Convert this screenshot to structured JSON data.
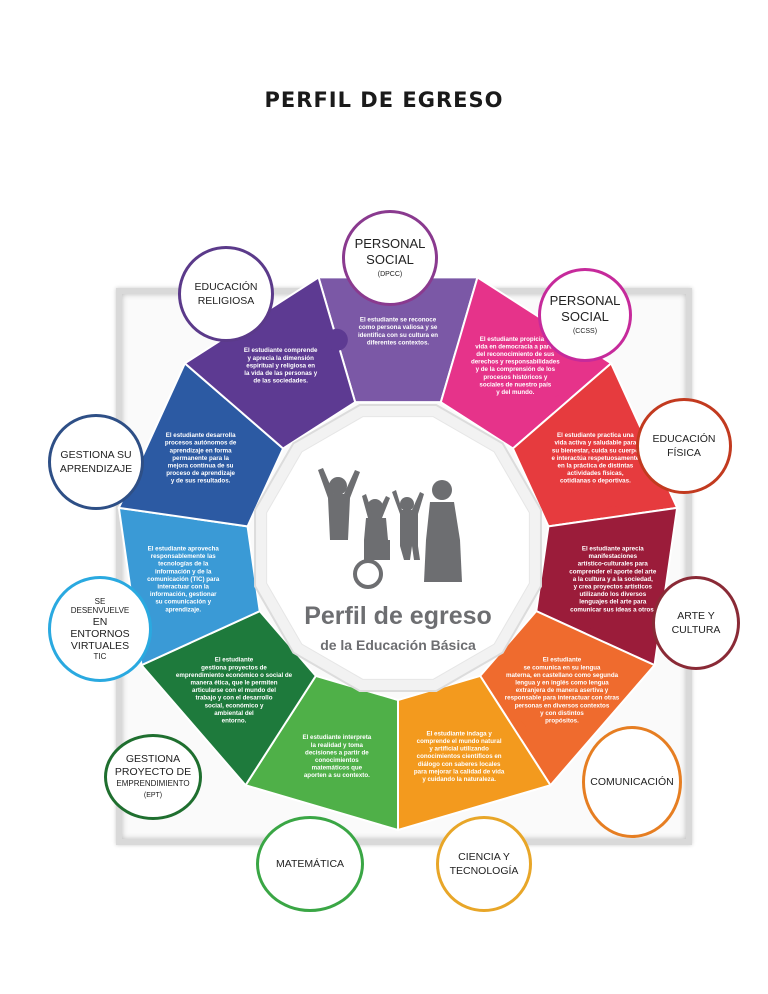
{
  "page": {
    "title": "PERFIL  DE EGRESO"
  },
  "center": {
    "title": "Perfil de egreso",
    "subtitle": "de la Educación Básica"
  },
  "segments": [
    {
      "id": "personal-social-dpcc",
      "color": "#7b58a6",
      "lines": [
        "El estudiante se reconoce",
        "como persona valiosa y se",
        "identifica con su cultura en",
        "diferentes contextos."
      ]
    },
    {
      "id": "personal-social-ccss",
      "color": "#e6338a",
      "lines": [
        "El estudiante propicia la",
        "vida en democracia a partir",
        "del reconocimiento de sus",
        "derechos y responsabilidades",
        "y de la comprensión de los",
        "procesos históricos y",
        "sociales de nuestro país",
        "y del mundo."
      ]
    },
    {
      "id": "educacion-fisica",
      "color": "#e63b3e",
      "lines": [
        "El estudiante practica una",
        "vida activa y saludable para",
        "su bienestar, cuida su cuerpo",
        "e interactúa respetuosamente",
        "en la práctica de distintas",
        "actividades físicas,",
        "cotidianas o deportivas."
      ]
    },
    {
      "id": "arte-cultura",
      "color": "#9b1c3a",
      "lines": [
        "El estudiante aprecia",
        "manifestaciones",
        "artístico-culturales para",
        "comprender el aporte del arte",
        "a la cultura y a la sociedad,",
        "y crea proyectos artísticos",
        "utilizando los diversos",
        "lenguajes del arte para",
        "comunicar sus ideas a otros."
      ]
    },
    {
      "id": "comunicacion",
      "color": "#ef6b2e",
      "lines": [
        "El estudiante",
        "se comunica en su lengua",
        "materna, en castellano como segunda",
        "lengua y en inglés como lengua",
        "extranjera de manera asertiva y",
        "responsable para interactuar con otras",
        "personas en diversos contextos",
        "y con distintos",
        "propósitos."
      ]
    },
    {
      "id": "ciencia-tecnologia",
      "color": "#f39a1e",
      "lines": [
        "El estudiante indaga y",
        "comprende el mundo natural",
        "y artificial utilizando",
        "conocimientos científicos en",
        "diálogo con saberes locales",
        "para mejorar la calidad de vida",
        "y cuidando la naturaleza."
      ]
    },
    {
      "id": "matematica",
      "color": "#4fb048",
      "lines": [
        "El estudiante interpreta",
        "la realidad y toma",
        "decisiones a partir de",
        "conocimientos",
        "matemáticos que",
        "aporten a su contexto."
      ]
    },
    {
      "id": "emprendimiento",
      "color": "#1e7a3c",
      "lines": [
        "El estudiante",
        "gestiona proyectos de",
        "emprendimiento económico o social de",
        "manera ética, que le permiten",
        "articularse con el mundo del",
        "trabajo y con el desarrollo",
        "social, económico y",
        "ambiental del",
        "entorno."
      ]
    },
    {
      "id": "entornos-virtuales",
      "color": "#3a9ad6",
      "lines": [
        "El estudiante aprovecha",
        "responsablemente las",
        "tecnologías de la",
        "información y de la",
        "comunicación (TIC) para",
        "interactuar con la",
        "información, gestionar",
        "su comunicación y",
        "aprendizaje."
      ]
    },
    {
      "id": "aprendizaje",
      "color": "#2c5aa3",
      "lines": [
        "El estudiante desarrolla",
        "procesos autónomos de",
        "aprendizaje en forma",
        "permanente para la",
        "mejora continua de su",
        "proceso de aprendizaje",
        "y de sus resultados."
      ]
    },
    {
      "id": "religiosa",
      "color": "#5d3a92",
      "lines": [
        "El estudiante comprende",
        "y aprecia la dimensión",
        "espiritual y religiosa en",
        "la vida de las personas y",
        "de las sociedades."
      ]
    }
  ],
  "bubbles": {
    "personal_social_dpcc": {
      "line1": "PERSONAL",
      "line2": "SOCIAL",
      "code": "(DPCC)",
      "color": "#8a3a8f"
    },
    "personal_social_ccss": {
      "line1": "PERSONAL",
      "line2": "SOCIAL",
      "code": "(CCSS)",
      "color": "#c62a9b"
    },
    "educacion_religiosa": {
      "line1": "EDUCACIÓN",
      "line2": "RELIGIOSA",
      "color": "#5b3a8a"
    },
    "educacion_fisica": {
      "line1": "EDUCACIÓN",
      "line2": "FÍSICA",
      "color": "#c23a1f"
    },
    "gestiona_aprendizaje": {
      "line1": "GESTIONA SU",
      "line2": "APRENDIZAJE",
      "color": "#2e4f86"
    },
    "arte_cultura": {
      "line1": "ARTE Y",
      "line2": "CULTURA",
      "color": "#8a2a36"
    },
    "entornos_virtuales": {
      "line1": "SE",
      "line2": "DESENVUELVE",
      "line3": "EN",
      "line4": "ENTORNOS",
      "line5": "VIRTUALES",
      "code": "TIC",
      "color": "#2aa9e0"
    },
    "comunicacion": {
      "line1": "COMUNICACIÓN",
      "color": "#e67e22"
    },
    "emprendimiento": {
      "line1": "GESTIONA",
      "line2": "PROYECTO DE",
      "line3": "EMPRENDIMIENTO",
      "code": "(EPT)",
      "color": "#1f6f2f"
    },
    "matematica": {
      "line1": "MATEMÁTICA",
      "color": "#3aa645"
    },
    "ciencia_tecnologia": {
      "line1": "CIENCIA Y",
      "line2": "TECNOLOGÍA",
      "color": "#e8a628"
    }
  }
}
